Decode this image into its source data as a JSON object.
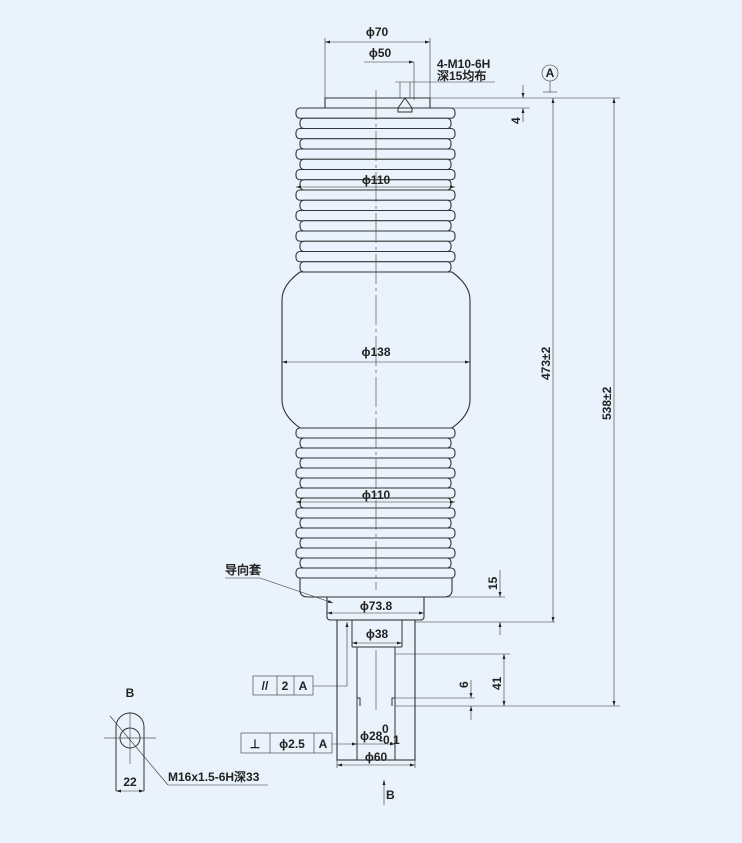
{
  "dimensions": {
    "top_outer_dia": "ϕ70",
    "top_bolt_circle": "ϕ50",
    "thread_note_1": "4-M10-6H",
    "thread_note_2": "深15均布",
    "datum": "A",
    "top_step": "4",
    "rib_dia_upper": "ϕ110",
    "mid_dia": "ϕ138",
    "rib_dia_lower": "ϕ110",
    "length_473": "473±2",
    "length_538": "538±2",
    "guide_sleeve": "导向套",
    "flange_dia": "ϕ73.8",
    "flange_height": "15",
    "inner_dia": "ϕ38",
    "stem_length": "41",
    "step_6": "6",
    "shaft_dia": "ϕ28",
    "tol_upper": "0",
    "tol_lower": "-0.1",
    "stem_dia": "ϕ60",
    "view_label": "B",
    "view_arrow_label": "B",
    "width_22": "22",
    "bottom_thread": "M16x1.5-6H深33"
  },
  "tolerance_frames": [
    {
      "symbol": "//",
      "value": "2",
      "datum": "A"
    },
    {
      "symbol": "⊥",
      "value": "ϕ2.5",
      "datum": "A"
    }
  ]
}
